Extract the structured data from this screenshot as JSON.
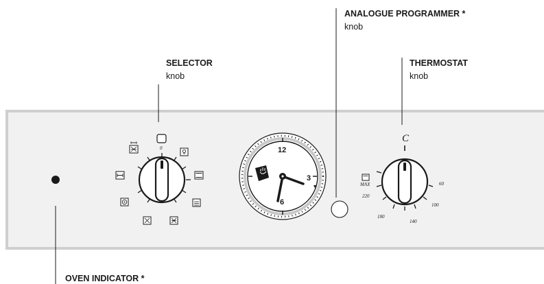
{
  "labels": {
    "selector": {
      "title": "SELECTOR",
      "sub": "knob"
    },
    "programmer": {
      "title": "ANALOGUE PROGRAMMER *",
      "sub": "knob"
    },
    "thermostat": {
      "title": "THERMOSTAT",
      "sub": "knob"
    },
    "indicator": {
      "title": "OVEN INDICATOR *"
    }
  },
  "selector_knob": {
    "zero_mark": "0"
  },
  "programmer_dial": {
    "numbers": [
      "12",
      "3",
      "6"
    ]
  },
  "thermostat_knob": {
    "top_mark": "C",
    "max_label": "MAX",
    "temperatures": [
      "60",
      "100",
      "140",
      "180",
      "220"
    ]
  },
  "colors": {
    "panel_fill": "#f1f1f1",
    "panel_border": "#cfcfcf",
    "ink": "#1a1a1a",
    "dial_ring": "#c8c8c8"
  }
}
